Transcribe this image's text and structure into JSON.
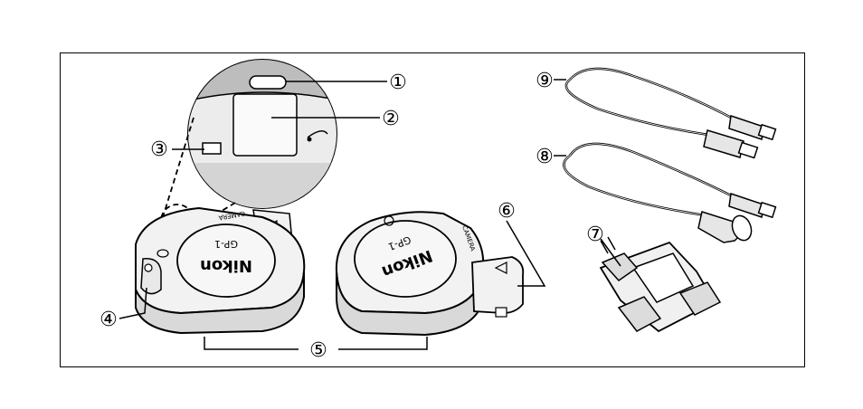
{
  "callouts": {
    "c1": "①",
    "c2": "②",
    "c3": "③",
    "c4": "④",
    "c5": "⑤",
    "c6": "⑥",
    "c7": "⑦",
    "c8": "⑧",
    "c9": "⑨"
  },
  "device_left": {
    "brand": "Nikon",
    "model": "GP-1",
    "port_label": "CAMERA"
  },
  "device_right": {
    "brand": "Nikon",
    "model": "GP-1",
    "port_label": "CAMERA"
  },
  "colors": {
    "line": "#000000",
    "fill_light": "#f2f2f2",
    "fill_mid": "#d9d9d9",
    "fill_dark": "#bdbdbd",
    "background": "#ffffff"
  }
}
